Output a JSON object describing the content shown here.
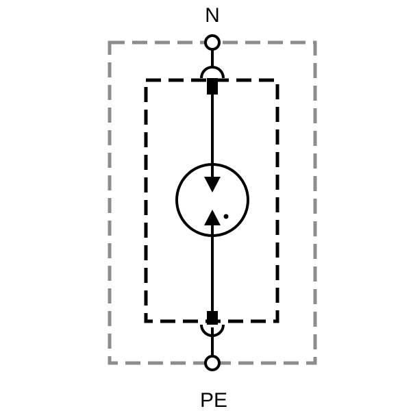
{
  "terminals": {
    "top": "N",
    "bottom": "PE"
  },
  "colors": {
    "outer_dashed_box": "#8c8c8c",
    "inner_dashed_box": "#000000",
    "lines": "#000000",
    "background": "#ffffff"
  },
  "components": {
    "outer_enclosure": "dashed-rectangle",
    "inner_module": "dashed-rectangle",
    "spark_gap": "circle-with-opposing-arrows"
  }
}
